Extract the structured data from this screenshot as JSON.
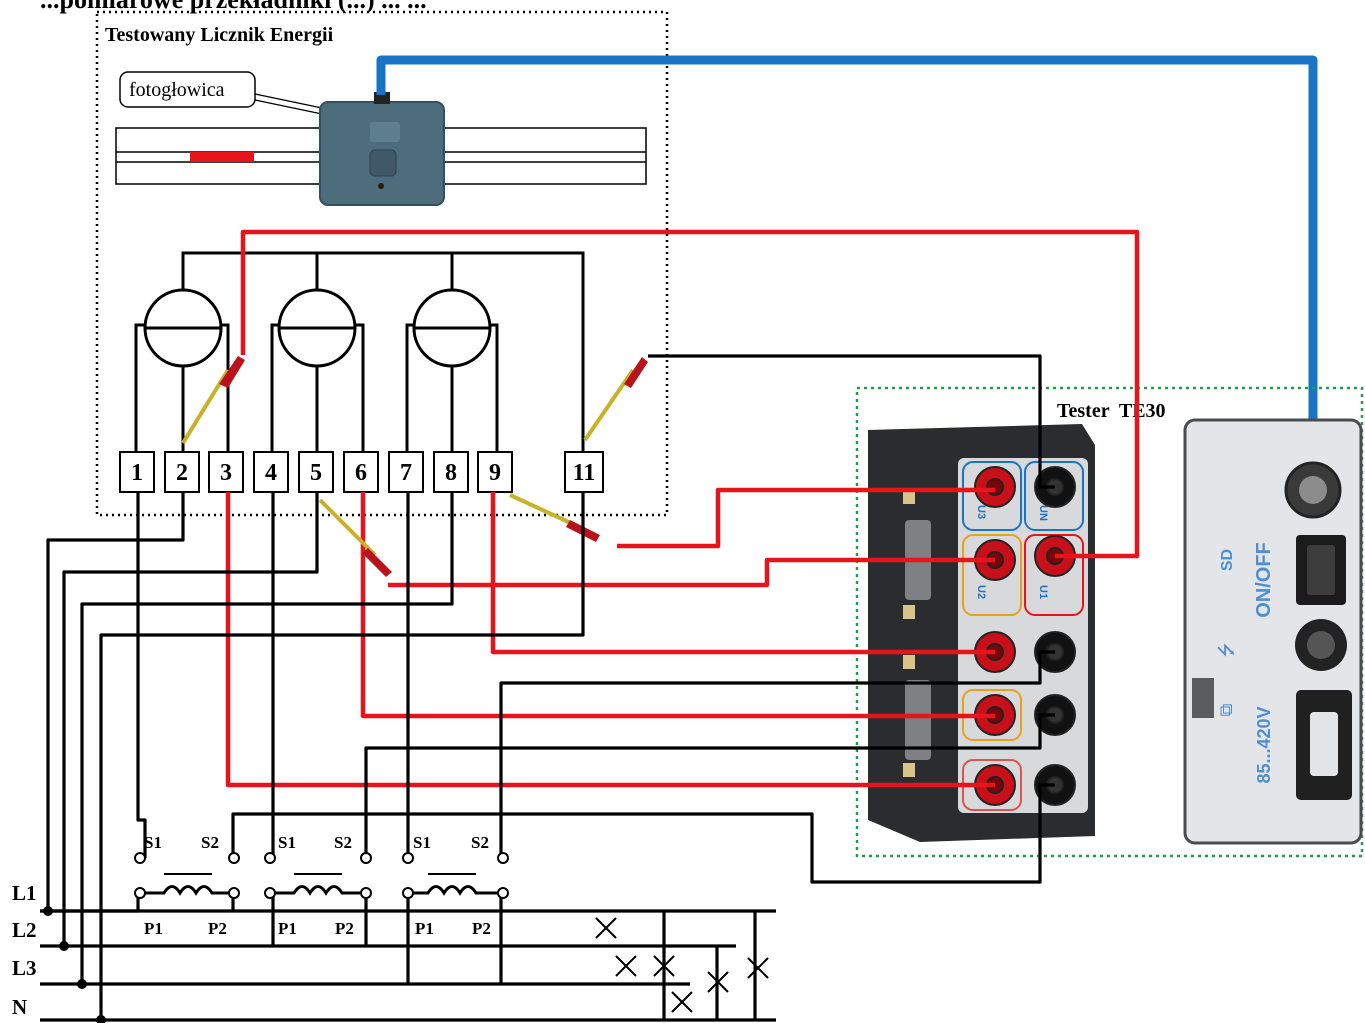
{
  "header_text": "...pomiarowe przekładniki (...) ... ...",
  "meter_box": {
    "title": "Testowany Licznik Energii",
    "photohead_label": "fotogłowica"
  },
  "tester_box": {
    "title": "Tester  TE30"
  },
  "terminals": [
    "1",
    "2",
    "3",
    "4",
    "5",
    "6",
    "7",
    "8",
    "9",
    "11"
  ],
  "ct_labels": {
    "s1": "S1",
    "s2": "S2",
    "p1": "P1",
    "p2": "P2"
  },
  "lines": [
    "L1",
    "L2",
    "L3",
    "N"
  ],
  "panel_labels": {
    "u1": "U1",
    "u2": "U2",
    "u3": "U3",
    "un": "UN",
    "onoff": "ON/OFF",
    "voltage": "85...420V"
  },
  "colors": {
    "voltage_wire": "#e8141b",
    "current_wire": "#000000",
    "photohead_cable": "#1a74c6",
    "tester_border": "#1aa049",
    "panel": "#2a2c2f"
  }
}
